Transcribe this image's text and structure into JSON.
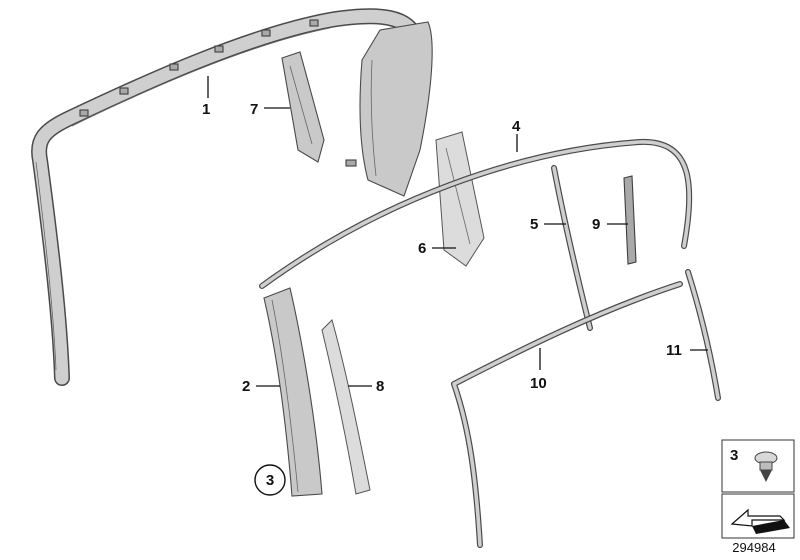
{
  "callouts": {
    "c1": "1",
    "c2": "2",
    "c3_circled": "3",
    "c4": "4",
    "c5": "5",
    "c6": "6",
    "c7": "7",
    "c8": "8",
    "c9": "9",
    "c10": "10",
    "c11": "11"
  },
  "legend": {
    "item_number": "3"
  },
  "reference_number": "294984",
  "colors": {
    "part_fill": "#c9c9c9",
    "part_outline": "#4a4a4a",
    "label_text": "#111111"
  }
}
